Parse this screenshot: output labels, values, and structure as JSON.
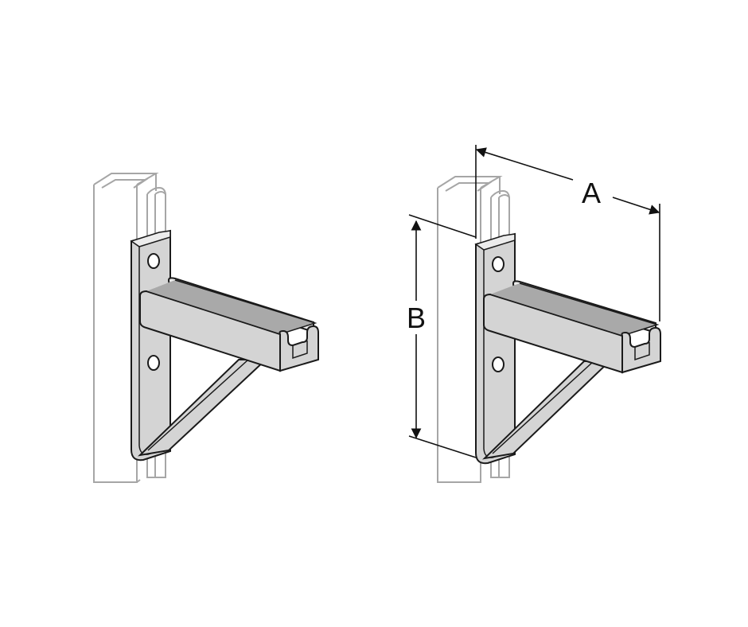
{
  "figure": {
    "variants": [
      {
        "id": "bracket-plain",
        "dimensioned": false
      },
      {
        "id": "bracket-dimensioned",
        "dimensioned": true
      }
    ]
  },
  "dimensions": {
    "a_label": "A",
    "b_label": "B"
  },
  "colors": {
    "background": "#ffffff",
    "metal_face": "#d4d4d4",
    "metal_shadow": "#a9a9a9",
    "metal_highlight": "#ececec",
    "outline": "#1a1a1a",
    "post_outline": "#a6a6a6",
    "dimension_line": "#111111"
  }
}
